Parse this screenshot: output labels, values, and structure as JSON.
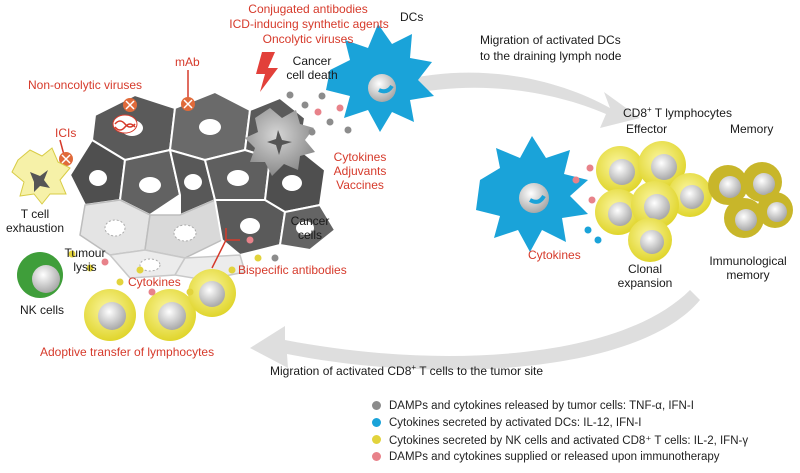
{
  "labels": {
    "conjugated_antibodies": "Conjugated antibodies",
    "icd_agents": "ICD-inducing synthetic agents",
    "oncolytic_viruses": "Oncolytic viruses",
    "mab": "mAb",
    "non_oncolytic_viruses": "Non-oncolytic viruses",
    "icis": "ICIs",
    "cancer_cell_death": "Cancer\ncell death",
    "dcs": "DCs",
    "migration_dcs": "Migration of activated DCs\nto the draining lymph node",
    "cd8_prefix": "CD8",
    "cd8_sup": "+",
    "cd8_suffix": " T lymphocytes",
    "effector": "Effector",
    "memory": "Memory",
    "cytokines_adjuvants_vaccines": "Cytokines\nAdjuvants\nVaccines",
    "t_cell_exhaustion": "T cell\nexhaustion",
    "tumour_lysis": "Tumour\nlysis",
    "cancer_cells": "Cancer\ncells",
    "bispecific_antibodies": "Bispecific antibodies",
    "cytokines_left": "Cytokines",
    "nk_cells": "NK cells",
    "adoptive_transfer": "Adoptive transfer of lymphocytes",
    "cytokines_right": "Cytokines",
    "clonal_expansion": "Clonal\nexpansion",
    "immunological_memory": "Immunological\nmemory",
    "migration_cd8_prefix": "Migration of activated CD8",
    "migration_cd8_sup": "+",
    "migration_cd8_suffix": " T cells to the tumor site"
  },
  "legend": [
    {
      "text": "DAMPs and cytokines released by tumor cells: TNF-α, IFN-I",
      "color": "#8c8c8c"
    },
    {
      "text": "Cytokines secreted by activated DCs: IL-12,  IFN-I",
      "color": "#1aa3d9"
    },
    {
      "text": "Cytokines secreted by NK cells and activated CD8⁺ T cells: IL-2, IFN-γ",
      "color": "#e2d33c"
    },
    {
      "text": "DAMPs and cytokines supplied or released upon immunotherapy",
      "color": "#e8828a"
    }
  ],
  "colors": {
    "label_red": "#d63a2b",
    "dc_blue": "#1aa3d9",
    "tcell_yellow": "#e9e23a",
    "nk_green": "#3f9e3a",
    "cancer_dark": "#5a5a5a",
    "arrow_gray": "#dedede"
  }
}
